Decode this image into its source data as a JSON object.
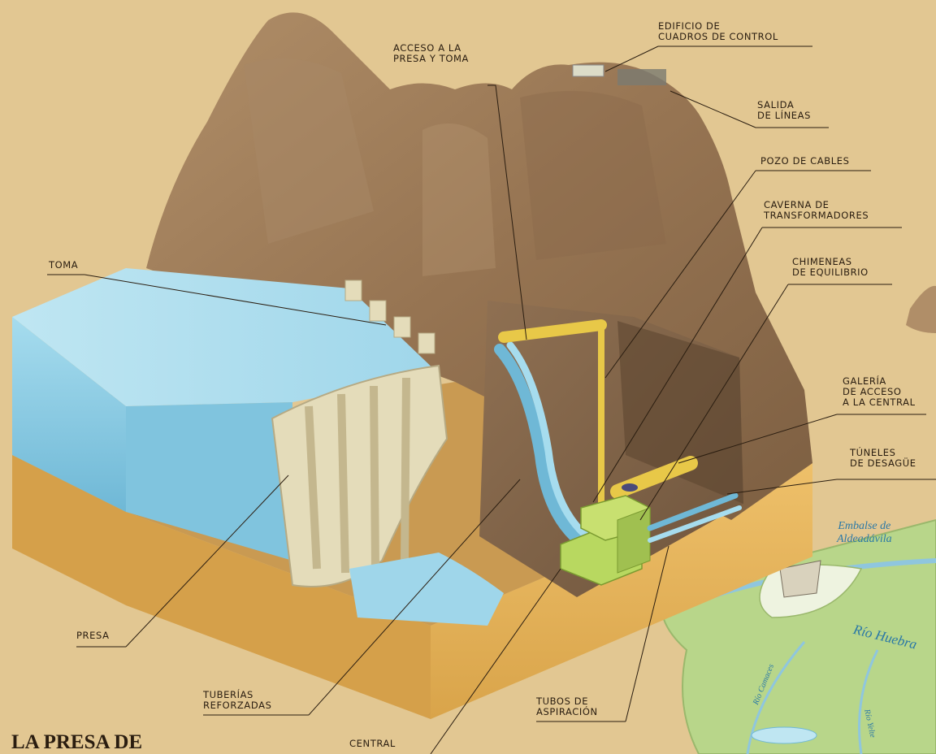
{
  "title": "LA PRESA DE",
  "labels": {
    "edificio": "EDIFICIO DE\nCUADROS DE CONTROL",
    "acceso_presa": "ACCESO A LA\nPRESA Y TOMA",
    "salida": "SALIDA\nDE LÍNEAS",
    "pozo": "POZO DE CABLES",
    "caverna": "CAVERNA DE\nTRANSFORMADORES",
    "chimeneas": "CHIMENEAS\nDE EQUILIBRIO",
    "toma": "TOMA",
    "galeria": "GALERÍA\nDE ACCESO\nA LA CENTRAL",
    "tuneles": "TÚNELES\nDE DESAGÜE",
    "presa": "PRESA",
    "tuberias": "TUBERÍAS\nREFORZADAS",
    "tubos": "TUBOS DE\nASPIRACIÓN",
    "central": "CENTRAL"
  },
  "map": {
    "embalse": "Embalse de\nAldeadávila",
    "rio_huebra": "Río Huebra",
    "rio_camaces": "Río Camaces",
    "rio_yeltes": "Río Yelte"
  },
  "colors": {
    "background": "#e2c792",
    "mountain": "#9c7b58",
    "water": "#8fcde3",
    "ground": "#e3b257",
    "dam": "#e4dcba",
    "pipe_yellow": "#f0d860",
    "turbine_green": "#b8d860",
    "map_green": "#b8d68a",
    "label_text": "#2a1d10",
    "map_text": "#2a78a6"
  }
}
